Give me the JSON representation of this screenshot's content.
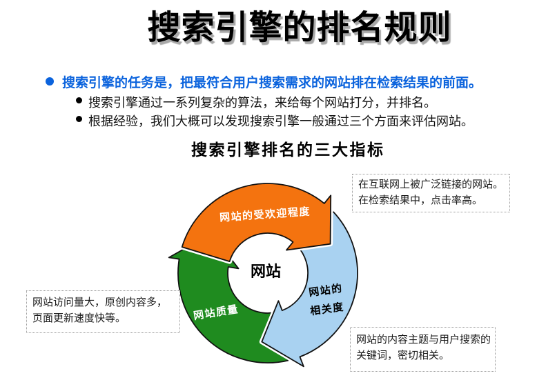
{
  "colors": {
    "accent_blue": "#0b63dd",
    "arrow_orange": "#f4730f",
    "arrow_blue": "#a9d2f1",
    "arrow_green": "#1f8b1f",
    "outline": "#111111",
    "box_border": "#999999",
    "title_shadow": "#a8a8a8"
  },
  "slide": {
    "title": "搜索引擎的排名规则",
    "main_bullet": "搜索引擎的任务是，把最符合用户搜索需求的网站排在检索结果的前面。",
    "sub_bullets": [
      "搜索引擎通过一系列复杂的算法，来给每个网站打分，并排名。",
      "根据经验，我们大概可以发现搜索引擎一般通过三个方面来评估网站。"
    ],
    "diagram_title": "搜索引擎排名的三大指标"
  },
  "diagram": {
    "center_label": "网站",
    "arrow_popularity": {
      "label": "网站的受欢迎程度",
      "color": "#f4730f"
    },
    "arrow_relevance": {
      "label_line1": "网站的",
      "label_line2": "相关度",
      "color": "#a9d2f1"
    },
    "arrow_quality": {
      "label": "网站质量",
      "color": "#1f8b1f"
    },
    "callout_popularity": {
      "line1": "在互联网上被广泛链接的网站。",
      "line2": "在检索结果中，点击率高。"
    },
    "callout_quality": {
      "line1": "网站访问量大，原创内容多，",
      "line2": "页面更新速度快等。"
    },
    "callout_relevance": {
      "line1": "网站的内容主题与用户搜索的",
      "line2": "关键词，密切相关。"
    }
  }
}
